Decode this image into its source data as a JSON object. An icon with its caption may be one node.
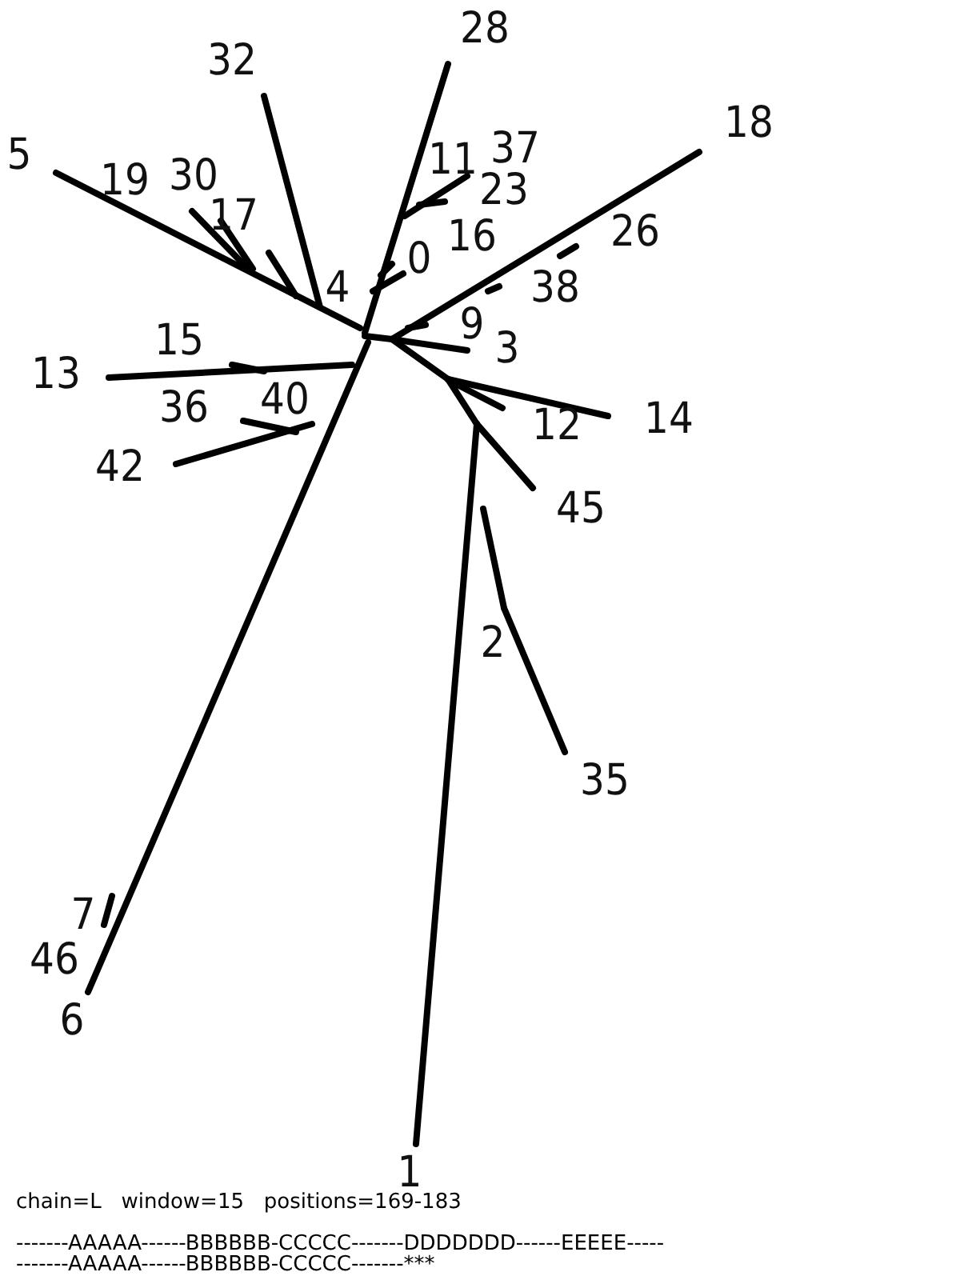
{
  "diagram": {
    "labels": [
      "28",
      "32",
      "18",
      "5",
      "37",
      "11",
      "19",
      "30",
      "23",
      "17",
      "26",
      "16",
      "0",
      "4",
      "38",
      "9",
      "15",
      "3",
      "40",
      "13",
      "36",
      "14",
      "12",
      "42",
      "45",
      "2",
      "35",
      "7",
      "46",
      "6",
      "1",
      "chain=L   window=15   positions=169-183",
      "-------AAAAA------BBBBBB-CCCCC-------DDDDDDD------EEEEE-----",
      "-------AAAAA------BBBBBB-CCCCC-------***"
    ]
  }
}
